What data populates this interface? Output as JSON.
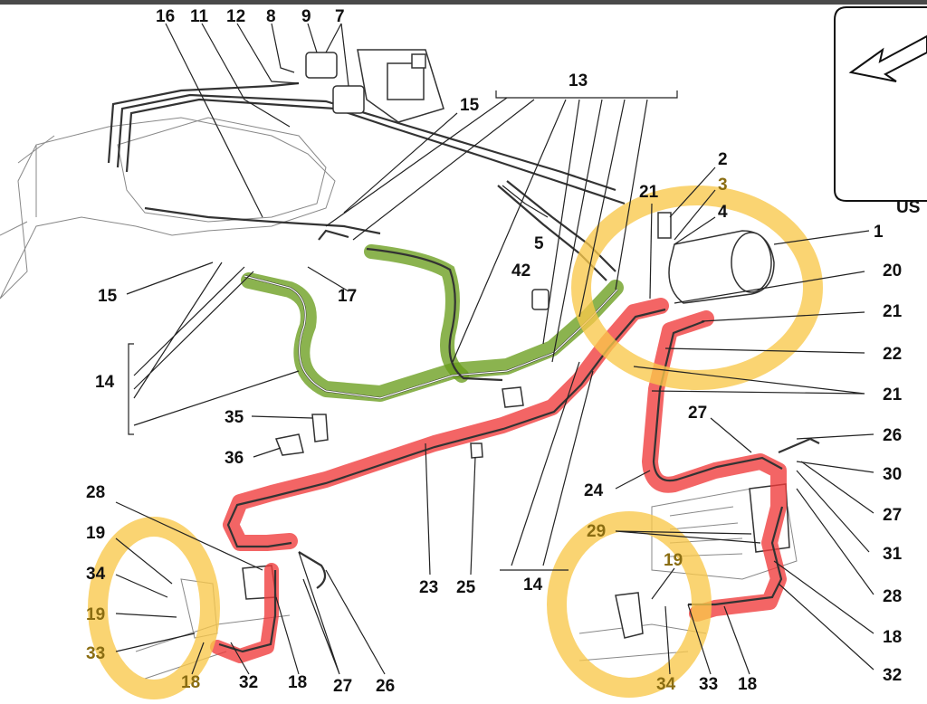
{
  "diagram": {
    "labels": [
      {
        "id": "l16",
        "text": "16"
      },
      {
        "id": "l11",
        "text": "11"
      },
      {
        "id": "l12",
        "text": "12"
      },
      {
        "id": "l8",
        "text": "8"
      },
      {
        "id": "l9",
        "text": "9"
      },
      {
        "id": "l7",
        "text": "7"
      },
      {
        "id": "l13",
        "text": "13"
      },
      {
        "id": "l15a",
        "text": "15"
      },
      {
        "id": "l2",
        "text": "2"
      },
      {
        "id": "l21a",
        "text": "21"
      },
      {
        "id": "l3",
        "text": "3"
      },
      {
        "id": "l4",
        "text": "4"
      },
      {
        "id": "l1",
        "text": "1"
      },
      {
        "id": "l5",
        "text": "5"
      },
      {
        "id": "l42",
        "text": "42"
      },
      {
        "id": "l15b",
        "text": "15"
      },
      {
        "id": "l17",
        "text": "17"
      },
      {
        "id": "l20",
        "text": "20"
      },
      {
        "id": "l21b",
        "text": "21"
      },
      {
        "id": "l22",
        "text": "22"
      },
      {
        "id": "l14a",
        "text": "14"
      },
      {
        "id": "l21c",
        "text": "21"
      },
      {
        "id": "l35",
        "text": "35"
      },
      {
        "id": "l27a",
        "text": "27"
      },
      {
        "id": "l26a",
        "text": "26"
      },
      {
        "id": "l36",
        "text": "36"
      },
      {
        "id": "l30",
        "text": "30"
      },
      {
        "id": "l24",
        "text": "24"
      },
      {
        "id": "l28a",
        "text": "28"
      },
      {
        "id": "l27b",
        "text": "27"
      },
      {
        "id": "l29",
        "text": "29"
      },
      {
        "id": "l31",
        "text": "31"
      },
      {
        "id": "l19a",
        "text": "19"
      },
      {
        "id": "l19b",
        "text": "19"
      },
      {
        "id": "l34a",
        "text": "34"
      },
      {
        "id": "l28b",
        "text": "28"
      },
      {
        "id": "l19c",
        "text": "19"
      },
      {
        "id": "l23",
        "text": "23"
      },
      {
        "id": "l25",
        "text": "25"
      },
      {
        "id": "l14b",
        "text": "14"
      },
      {
        "id": "l18a",
        "text": "18"
      },
      {
        "id": "l33a",
        "text": "33"
      },
      {
        "id": "l32a",
        "text": "32"
      },
      {
        "id": "l18b",
        "text": "18"
      },
      {
        "id": "l27c",
        "text": "27"
      },
      {
        "id": "l26b",
        "text": "26"
      },
      {
        "id": "l18c",
        "text": "18"
      },
      {
        "id": "l34b",
        "text": "34"
      },
      {
        "id": "l33b",
        "text": "33"
      },
      {
        "id": "l18d",
        "text": "18"
      },
      {
        "id": "l32b",
        "text": "32"
      },
      {
        "id": "l18e",
        "text": "18"
      }
    ],
    "inset_label": "US",
    "colors": {
      "red_highlight": "#ef3a3a",
      "green_highlight": "#6a9e1e",
      "yellow_circle": "#f9c84a",
      "line": "#333333"
    }
  }
}
